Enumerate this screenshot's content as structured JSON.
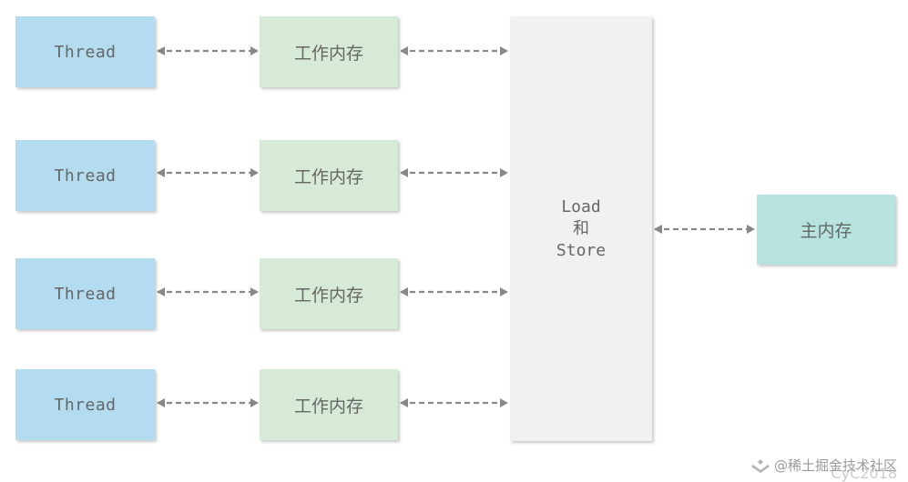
{
  "threads": [
    {
      "label": "Thread"
    },
    {
      "label": "Thread"
    },
    {
      "label": "Thread"
    },
    {
      "label": "Thread"
    }
  ],
  "working_memory": [
    {
      "label": "工作内存"
    },
    {
      "label": "工作内存"
    },
    {
      "label": "工作内存"
    },
    {
      "label": "工作内存"
    }
  ],
  "load_store": {
    "line1": "Load",
    "line2": "和",
    "line3": "Store"
  },
  "main_memory": {
    "label": "主内存"
  },
  "watermark": {
    "text": "@稀土掘金技术社区",
    "sub": "CyC2018",
    "logo_icon": "juejin-logo-icon"
  },
  "colors": {
    "thread_fill": "#b3dcf0",
    "working_memory_fill": "#d7ead7",
    "load_store_fill": "#f1f1f1",
    "main_memory_fill": "#b8e4e0",
    "arrow": "#888888"
  }
}
